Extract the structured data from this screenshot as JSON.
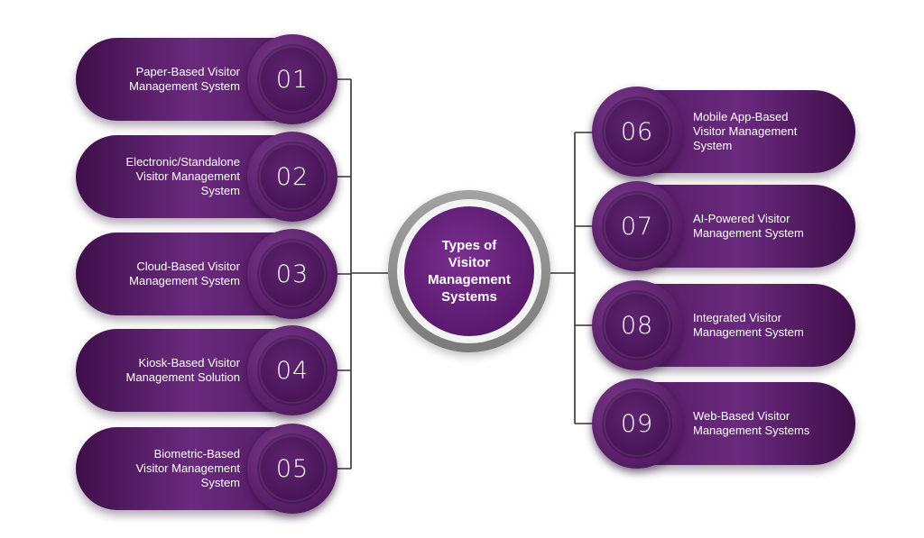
{
  "hub": {
    "title_lines": [
      "Types of",
      "Visitor",
      "Management",
      "Systems"
    ]
  },
  "items": [
    {
      "number": "01",
      "lines": [
        "Paper-Based Visitor",
        "Management System"
      ]
    },
    {
      "number": "02",
      "lines": [
        "Electronic/Standalone",
        "Visitor Management",
        "System"
      ]
    },
    {
      "number": "03",
      "lines": [
        "Cloud-Based Visitor",
        "Management System"
      ]
    },
    {
      "number": "04",
      "lines": [
        "Kiosk-Based Visitor",
        "Management Solution"
      ]
    },
    {
      "number": "05",
      "lines": [
        "Biometric-Based",
        "Visitor Management",
        "System"
      ]
    },
    {
      "number": "06",
      "lines": [
        "Mobile App-Based",
        "Visitor Management",
        "System"
      ]
    },
    {
      "number": "07",
      "lines": [
        "AI-Powered Visitor",
        "Management System"
      ]
    },
    {
      "number": "08",
      "lines": [
        "Integrated Visitor",
        "Management System"
      ]
    },
    {
      "number": "09",
      "lines": [
        "Web-Based Visitor",
        "Management Systems"
      ]
    }
  ],
  "colors": {
    "pill_dark": "#3e0f4a",
    "pill_light": "#6a2a7d",
    "hub_ring": "#8e8e8e",
    "connector": "#333333"
  }
}
